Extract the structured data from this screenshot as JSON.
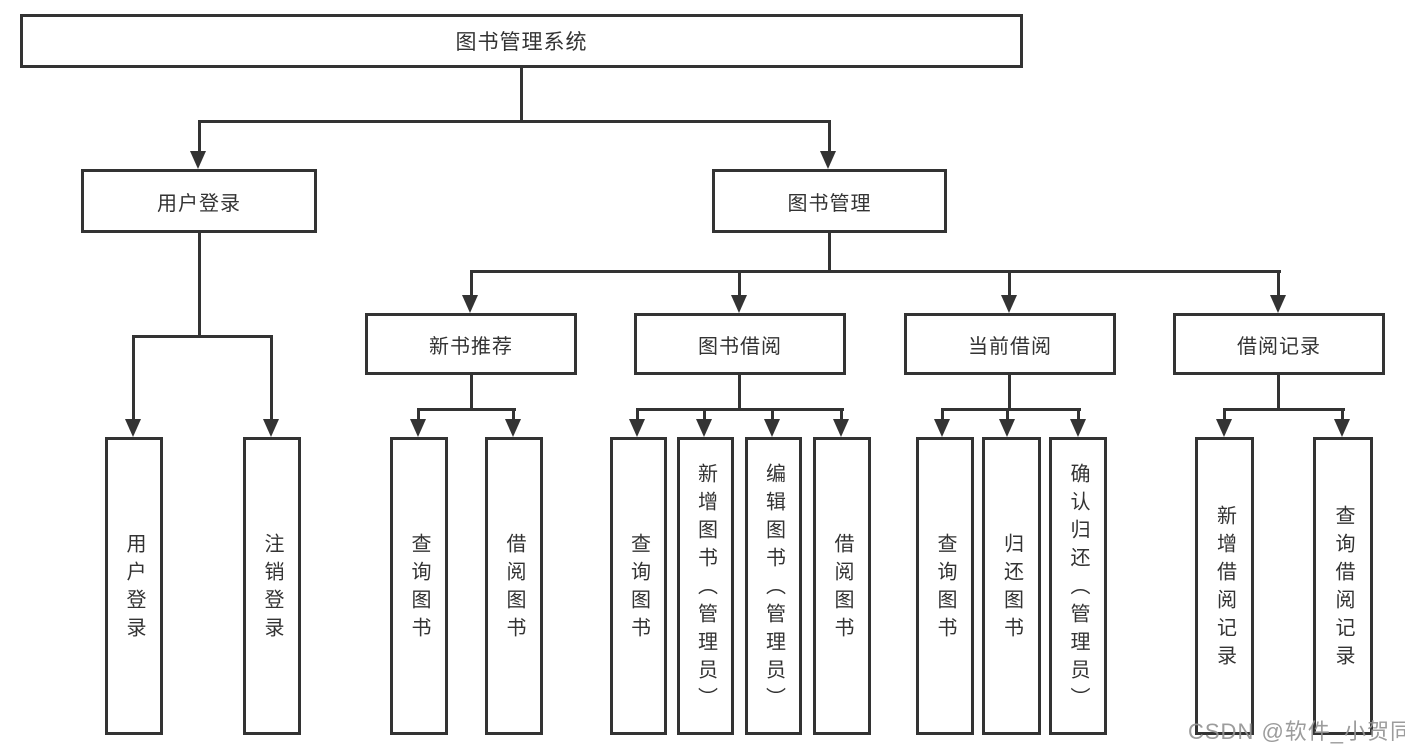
{
  "tree": {
    "root": {
      "label": "图书管理系统"
    },
    "level2": [
      {
        "label": "用户登录"
      },
      {
        "label": "图书管理"
      }
    ],
    "level3": [
      {
        "label": "新书推荐"
      },
      {
        "label": "图书借阅"
      },
      {
        "label": "当前借阅"
      },
      {
        "label": "借阅记录"
      }
    ],
    "leaves": {
      "user_login": [
        {
          "label": "用户登录"
        },
        {
          "label": "注销登录"
        }
      ],
      "new_book": [
        {
          "label": "查询图书"
        },
        {
          "label": "借阅图书"
        }
      ],
      "book_borrow": [
        {
          "label": "查询图书"
        },
        {
          "label": "新增图书（管理员）"
        },
        {
          "label": "编辑图书（管理员）"
        },
        {
          "label": "借阅图书"
        }
      ],
      "current_borrow": [
        {
          "label": "查询图书"
        },
        {
          "label": "归还图书"
        },
        {
          "label": "确认归还（管理员）"
        }
      ],
      "borrow_record": [
        {
          "label": "新增借阅记录"
        },
        {
          "label": "查询借阅记录"
        }
      ]
    }
  },
  "watermark": {
    "text": "CSDN @软件_小贺同学"
  },
  "colors": {
    "line": "#333333",
    "text": "#333333",
    "watermark": "#949494",
    "background": "#ffffff"
  }
}
